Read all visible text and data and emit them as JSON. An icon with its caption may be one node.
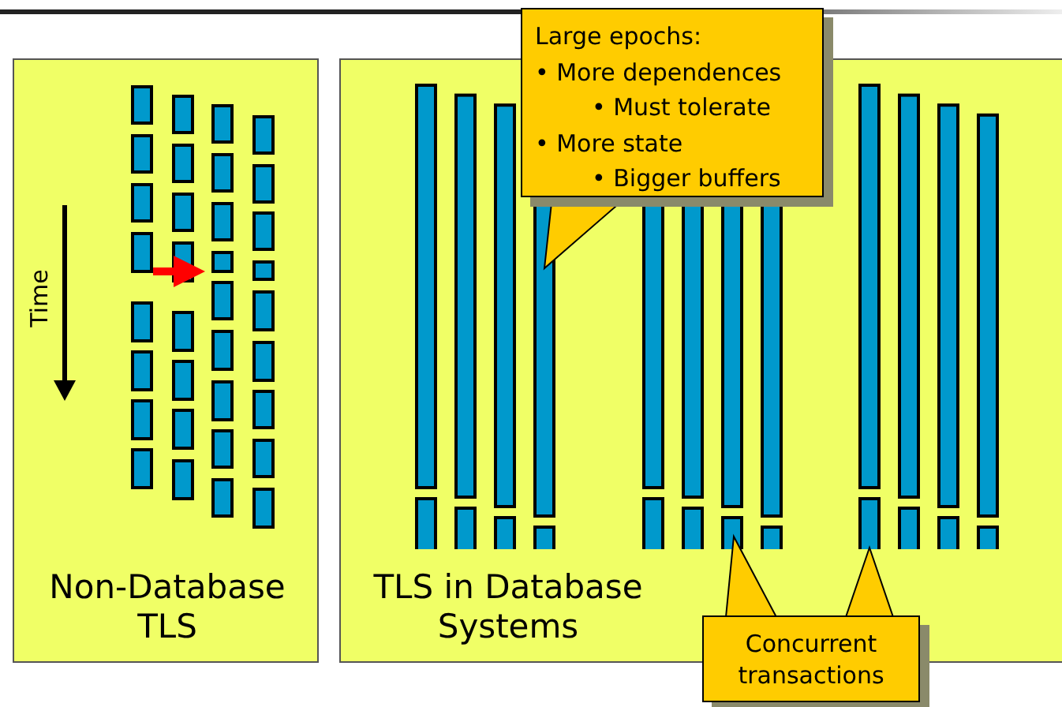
{
  "diagram": {
    "nodes": [
      {
        "text": [
          "Non-Database TLS"
        ]
      },
      {
        "text": [
          "TLS in Database Systems"
        ]
      },
      {
        "text": [
          "Large epochs:",
          "• More dependences",
          "• Must tolerate",
          "• More state",
          "• Bigger buffers"
        ]
      },
      {
        "text": [
          "Concurrent transactions"
        ]
      },
      {
        "text": [],
        "shape": "bar",
        "in": 0
      },
      {
        "text": [],
        "shape": "bar",
        "in": 0
      }
    ],
    "edges": [
      {
        "from": 4,
        "to": 5,
        "arrow": "to",
        "style": "thick",
        "color": "#ff0000"
      },
      {
        "from": 2,
        "to": null,
        "arrow": "to"
      },
      {
        "from": 3,
        "to": null,
        "arrow": "to"
      },
      {
        "from": 3,
        "to": null,
        "arrow": "to"
      }
    ],
    "labels": [
      "Time"
    ]
  }
}
